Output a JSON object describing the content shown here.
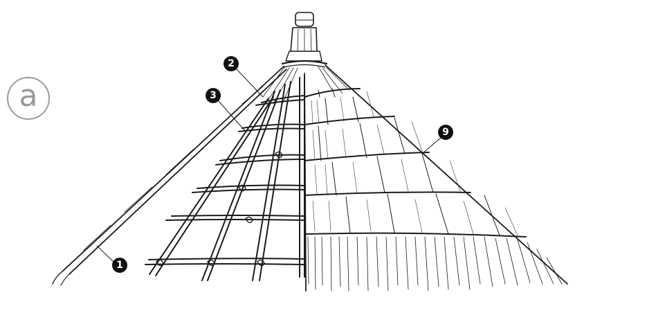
{
  "panel": {
    "letter": "a"
  },
  "callouts": [
    {
      "id": "c2",
      "label": "2"
    },
    {
      "id": "c3",
      "label": "3"
    },
    {
      "id": "c9",
      "label": "9"
    },
    {
      "id": "c1",
      "label": "1"
    }
  ],
  "colors": {
    "ink": "#1a1a1a",
    "panel_letter": "#9a9a9a"
  }
}
